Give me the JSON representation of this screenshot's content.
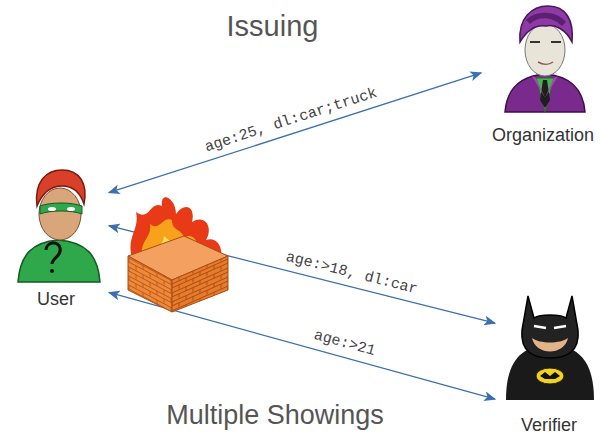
{
  "diagram": {
    "title": "Issuing",
    "caption": "Multiple Showings",
    "nodes": [
      {
        "text": [
          "Organization"
        ]
      },
      {
        "text": [
          "User"
        ]
      },
      {
        "text": [
          "Verifier"
        ]
      }
    ],
    "edges": [
      {
        "from": 1,
        "to": 0,
        "label": "age:25, dl:car;truck",
        "arrow": "both"
      },
      {
        "from": 1,
        "to": 2,
        "label": "age:>18, dl:car",
        "arrow": "both"
      },
      {
        "from": 1,
        "to": 2,
        "label": "age:>21",
        "arrow": "both"
      }
    ]
  }
}
